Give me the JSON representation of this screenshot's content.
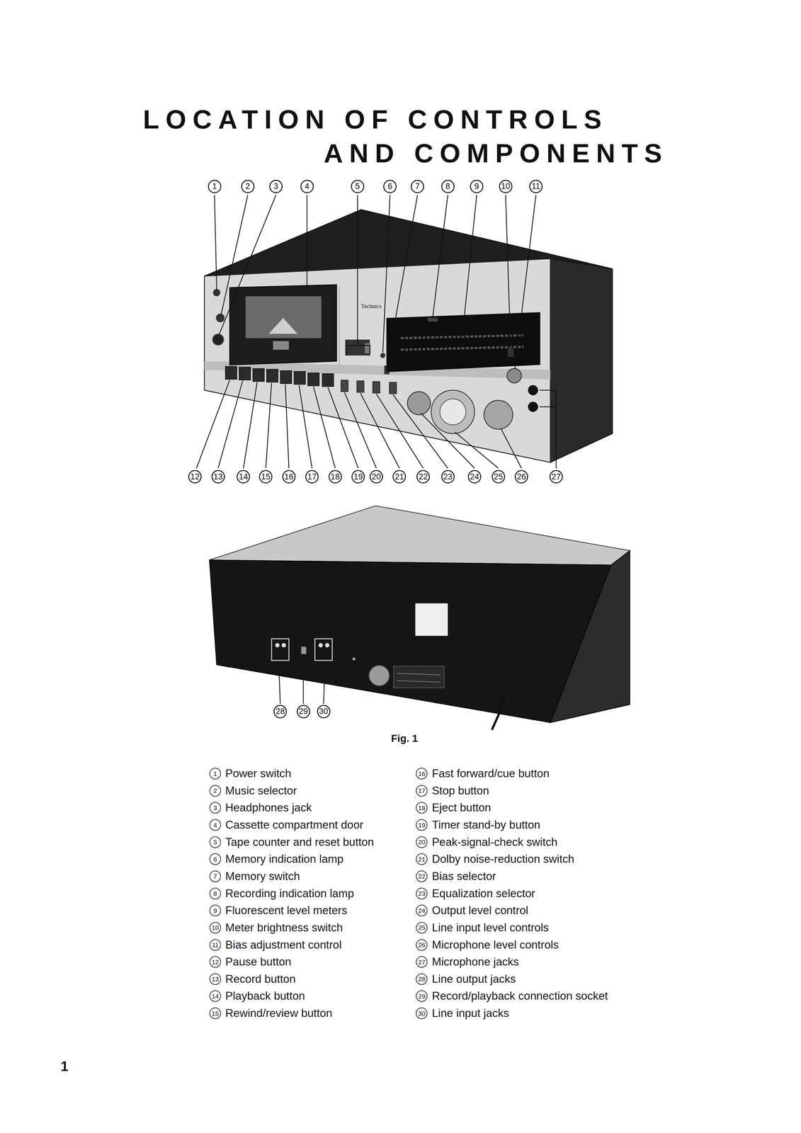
{
  "diagram": {
    "title": "LOCATION OF CONTROLS AND COMPONENTS",
    "caption": "Fig. 1",
    "labels": [
      "1",
      "2",
      "3",
      "4",
      "5",
      "6",
      "7",
      "8",
      "9",
      "10",
      "11",
      "12",
      "13",
      "14",
      "15",
      "16",
      "17",
      "18",
      "19",
      "20",
      "21",
      "22",
      "23",
      "24",
      "25",
      "26",
      "27",
      "28",
      "29",
      "30",
      "1",
      "Power switch",
      "2",
      "Music selector",
      "3",
      "Headphones jack",
      "4",
      "Cassette compartment door",
      "5",
      "Tape counter and reset button",
      "6",
      "Memory indication lamp",
      "7",
      "Memory switch",
      "8",
      "Recording indication lamp",
      "9",
      "Fluorescent level meters",
      "10",
      "Meter brightness switch",
      "11",
      "Bias adjustment control",
      "12",
      "Pause button",
      "13",
      "Record button",
      "14",
      "Playback button",
      "15",
      "Rewind/review button",
      "16",
      "Fast forward/cue button",
      "17",
      "Stop button",
      "18",
      "Eject button",
      "19",
      "Timer stand-by button",
      "20",
      "Peak-signal-check switch",
      "21",
      "Dolby noise-reduction switch",
      "22",
      "Bias selector",
      "23",
      "Equalization selector",
      "24",
      "Output level control",
      "25",
      "Line input level controls",
      "26",
      "Microphone level controls",
      "27",
      "Microphone jacks",
      "28",
      "Line output jacks",
      "29",
      "Record/playback connection socket",
      "30",
      "Line input jacks",
      "Technics",
      "1"
    ]
  }
}
